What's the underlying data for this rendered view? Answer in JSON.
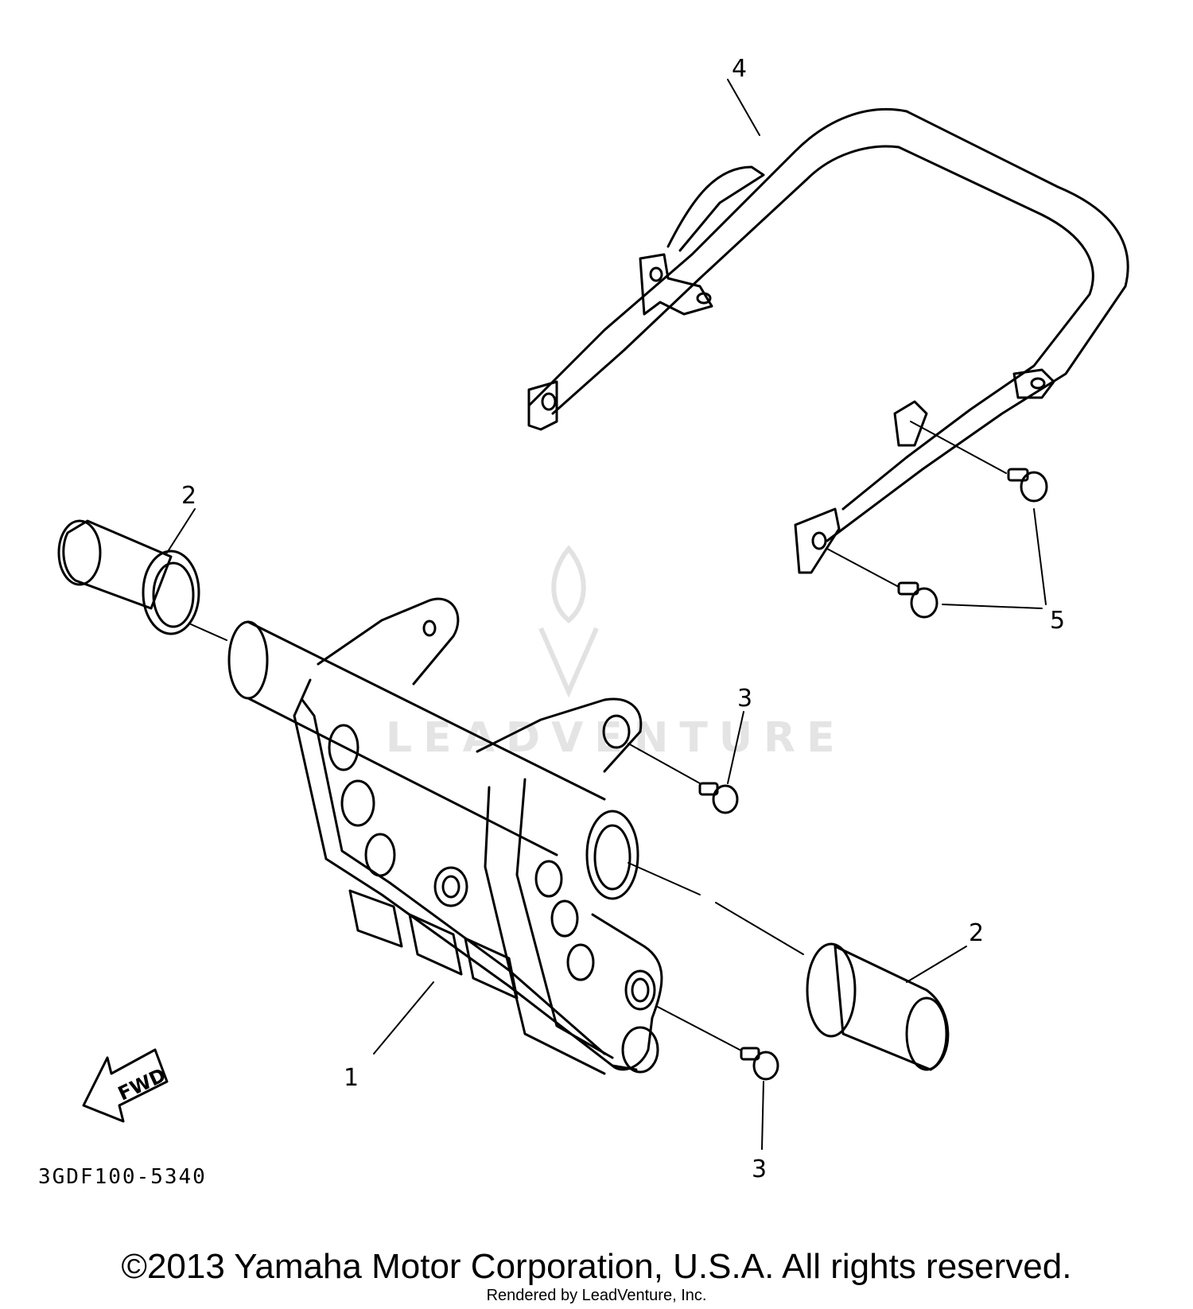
{
  "diagram": {
    "callouts": {
      "c1": "1",
      "c2_left": "2",
      "c2_right": "2",
      "c3_upper": "3",
      "c3_lower": "3",
      "c4": "4",
      "c5": "5"
    },
    "part_number": "3GDF100-5340",
    "fwd_label": "FWD",
    "watermark": "LEADVENTURE"
  },
  "footer": {
    "copyright": "©2013 Yamaha Motor Corporation, U.S.A. All rights reserved.",
    "rendered_by": "Rendered by LeadVenture, Inc."
  }
}
